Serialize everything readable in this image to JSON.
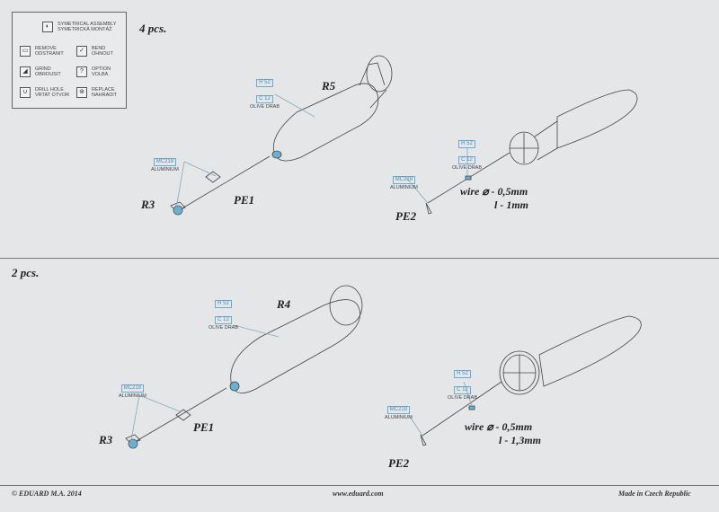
{
  "legend": [
    {
      "icon": "symmetrical-icon",
      "label": "SYMETRICAL ASSEMBLY\nSYMETRICKÁ MONTÁŽ"
    },
    {
      "icon": "remove-icon",
      "label": "REMOVE\nODSTRANIT"
    },
    {
      "icon": "bend-icon",
      "label": "BEND\nOHNOUT"
    },
    {
      "icon": "grind-icon",
      "label": "GRIND\nOBROUSIT"
    },
    {
      "icon": "option-icon",
      "glyph": "?",
      "label": "OPTION\nVOLBA"
    },
    {
      "icon": "drill-icon",
      "label": "DRILL HOLE\nVRTAT OTVOR"
    },
    {
      "icon": "replace-icon",
      "label": "REPLACE\nNAHRADIT"
    }
  ],
  "sections": [
    {
      "qty": "4 pcs.",
      "bomb1": {
        "part": "R5",
        "paint": {
          "h": "H 52",
          "c": "C 12",
          "name": "OLIVE DRAB"
        },
        "fuse": "PE1",
        "cap": "R3",
        "cap_paint": {
          "code": "MC218",
          "name": "ALUMINIUM"
        }
      },
      "bomb2": {
        "paint": {
          "h": "H 52",
          "c": "C 12",
          "name": "OLIVE DRAB"
        },
        "cap_paint": {
          "code": "MC218",
          "name": "ALUMINIUM"
        },
        "part": "PE2",
        "wire1": "wire  ⌀ - 0,5mm",
        "wire2": "l - 1mm"
      }
    },
    {
      "qty": "2 pcs.",
      "bomb1": {
        "part": "R4",
        "paint": {
          "h": "H 52",
          "c": "C 12",
          "name": "OLIVE DRAB"
        },
        "fuse": "PE1",
        "cap": "R3",
        "cap_paint": {
          "code": "MC218",
          "name": "ALUMINIUM"
        }
      },
      "bomb2": {
        "paint": {
          "h": "H 52",
          "c": "C 12",
          "name": "OLIVE DRAB"
        },
        "cap_paint": {
          "code": "MC218",
          "name": "ALUMINIUM"
        },
        "part": "PE2",
        "wire1": "wire  ⌀ - 0,5mm",
        "wire2": "l - 1,3mm"
      }
    }
  ],
  "footer": {
    "left": "© EDUARD  M.A. 2014",
    "center": "www.eduard.com",
    "right": "Made in Czech Republic"
  }
}
